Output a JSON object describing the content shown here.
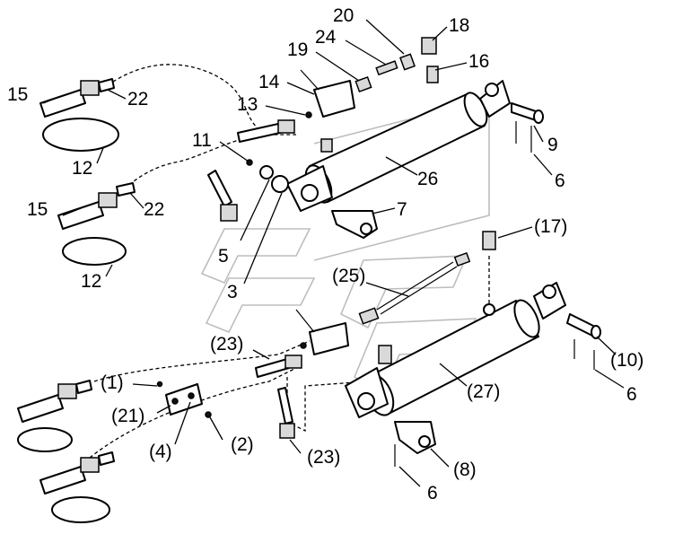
{
  "colors": {
    "line": "#000000",
    "fill": "#ffffff",
    "ghost": "#bdbdbd"
  },
  "callouts": {
    "c20": "20",
    "c24": "24",
    "c18": "18",
    "c19": "19",
    "c16": "16",
    "c14": "14",
    "c13": "13",
    "c15a": "15",
    "c22a": "22",
    "c12a": "12",
    "c11": "11",
    "c26": "26",
    "c9": "9",
    "c6a": "6",
    "c15b": "15",
    "c22b": "22",
    "c7": "7",
    "c5": "5",
    "c12b": "12",
    "c3": "3",
    "c17": "(17)",
    "c25": "(25)",
    "c23a": "(23)",
    "c10": "(10)",
    "c1": "(1)",
    "c27": "(27)",
    "c6b": "6",
    "c21": "(21)",
    "c4": "(4)",
    "c2": "(2)",
    "c8": "(8)",
    "c23b": "(23)",
    "c6c": "6"
  }
}
